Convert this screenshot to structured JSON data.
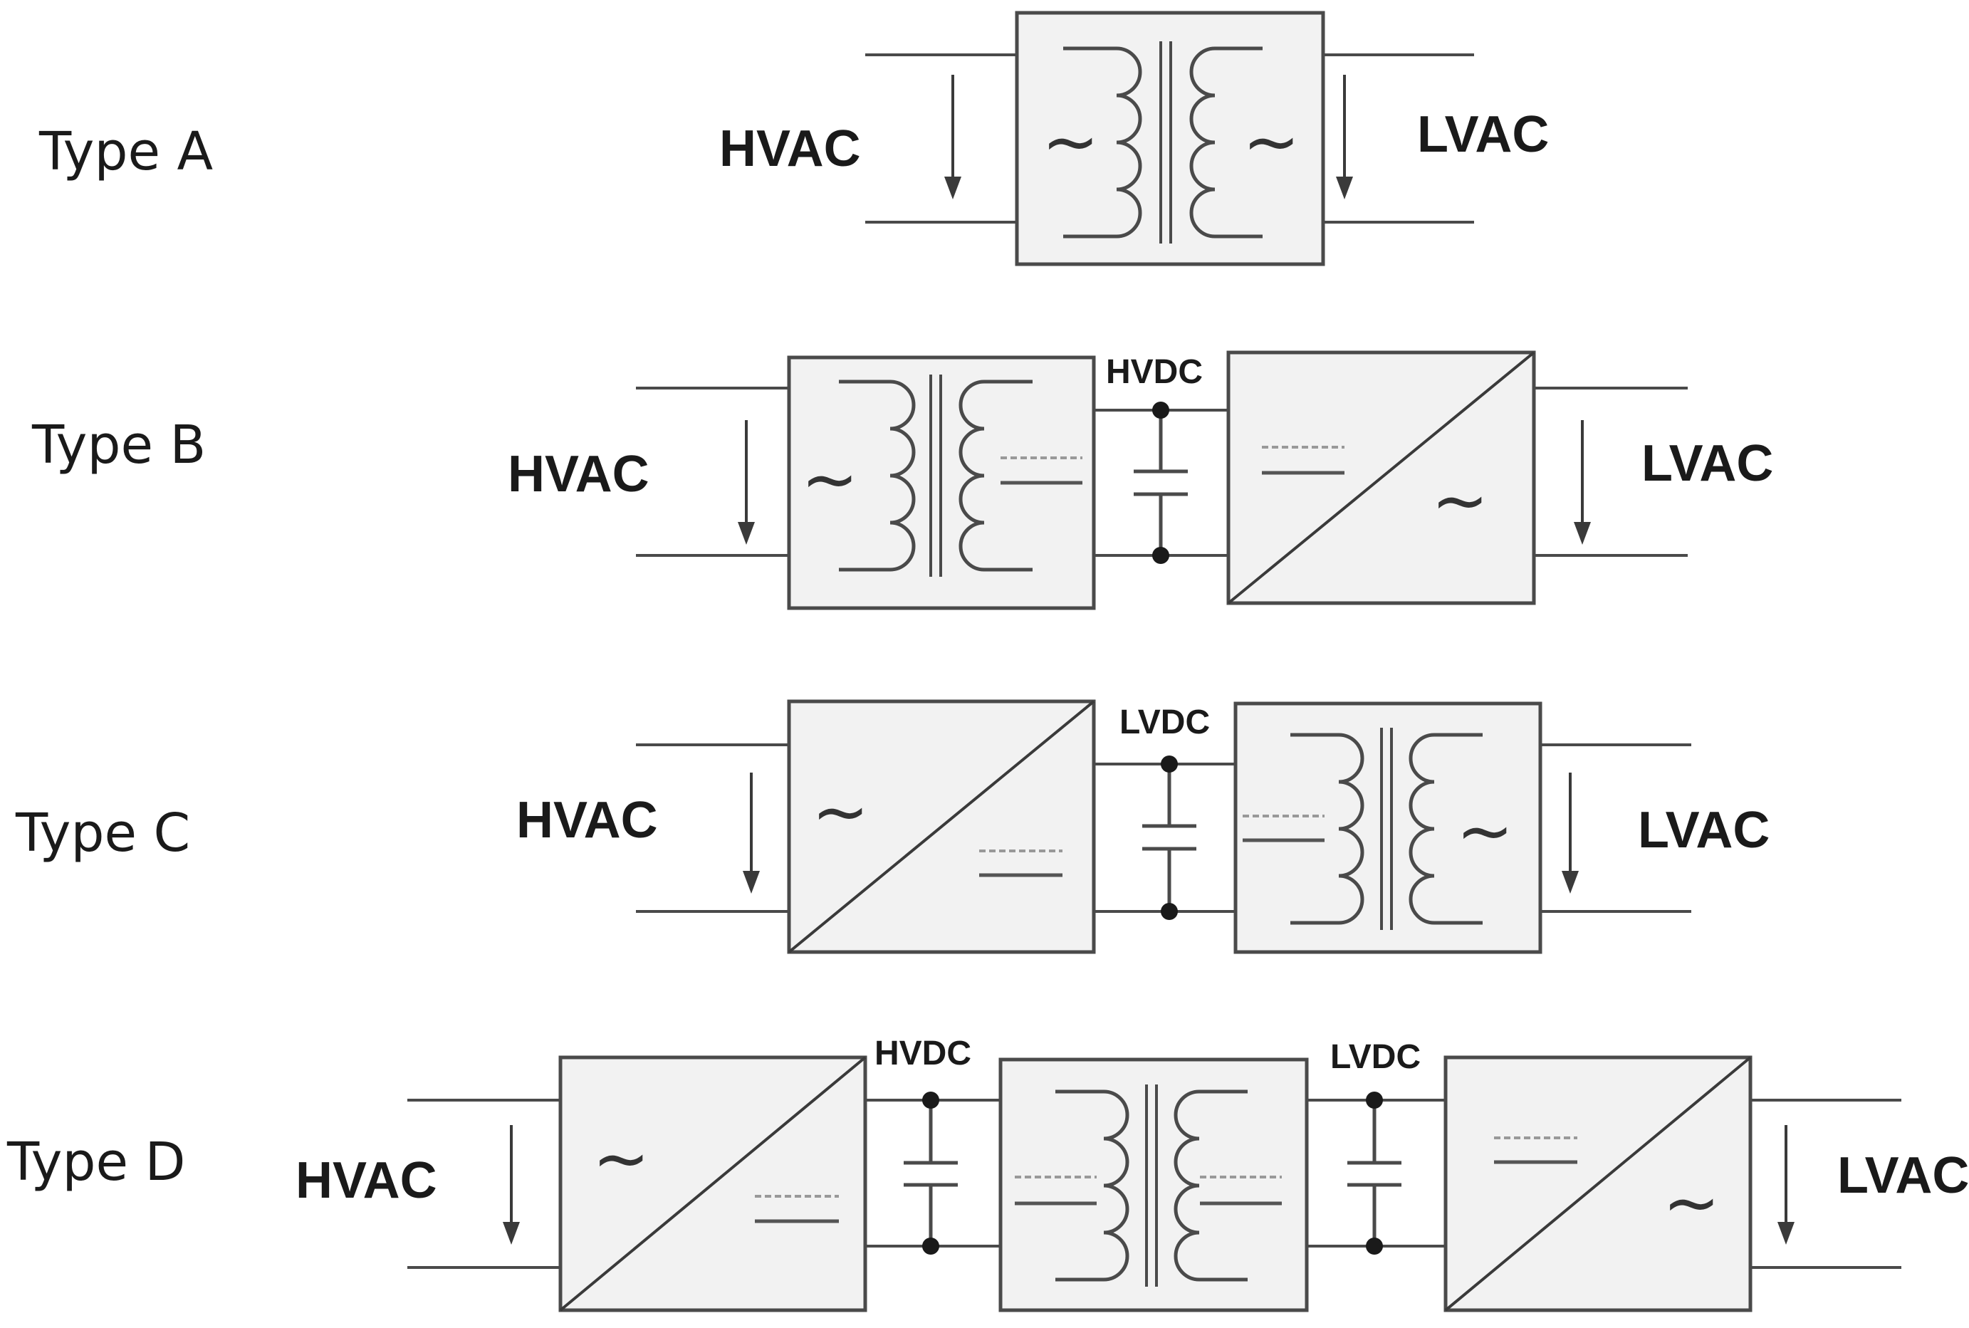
{
  "rows": [
    {
      "type_label": "Type A",
      "input_label": "HVAC",
      "output_label": "LVAC",
      "bus_labels": []
    },
    {
      "type_label": "Type B",
      "input_label": "HVAC",
      "output_label": "LVAC",
      "bus_labels": [
        "HVDC"
      ]
    },
    {
      "type_label": "Type C",
      "input_label": "HVAC",
      "output_label": "LVAC",
      "bus_labels": [
        "LVDC"
      ]
    },
    {
      "type_label": "Type D",
      "input_label": "HVAC",
      "output_label": "LVAC",
      "bus_labels": [
        "HVDC",
        "LVDC"
      ]
    }
  ],
  "symbols": {
    "ac": "~"
  }
}
